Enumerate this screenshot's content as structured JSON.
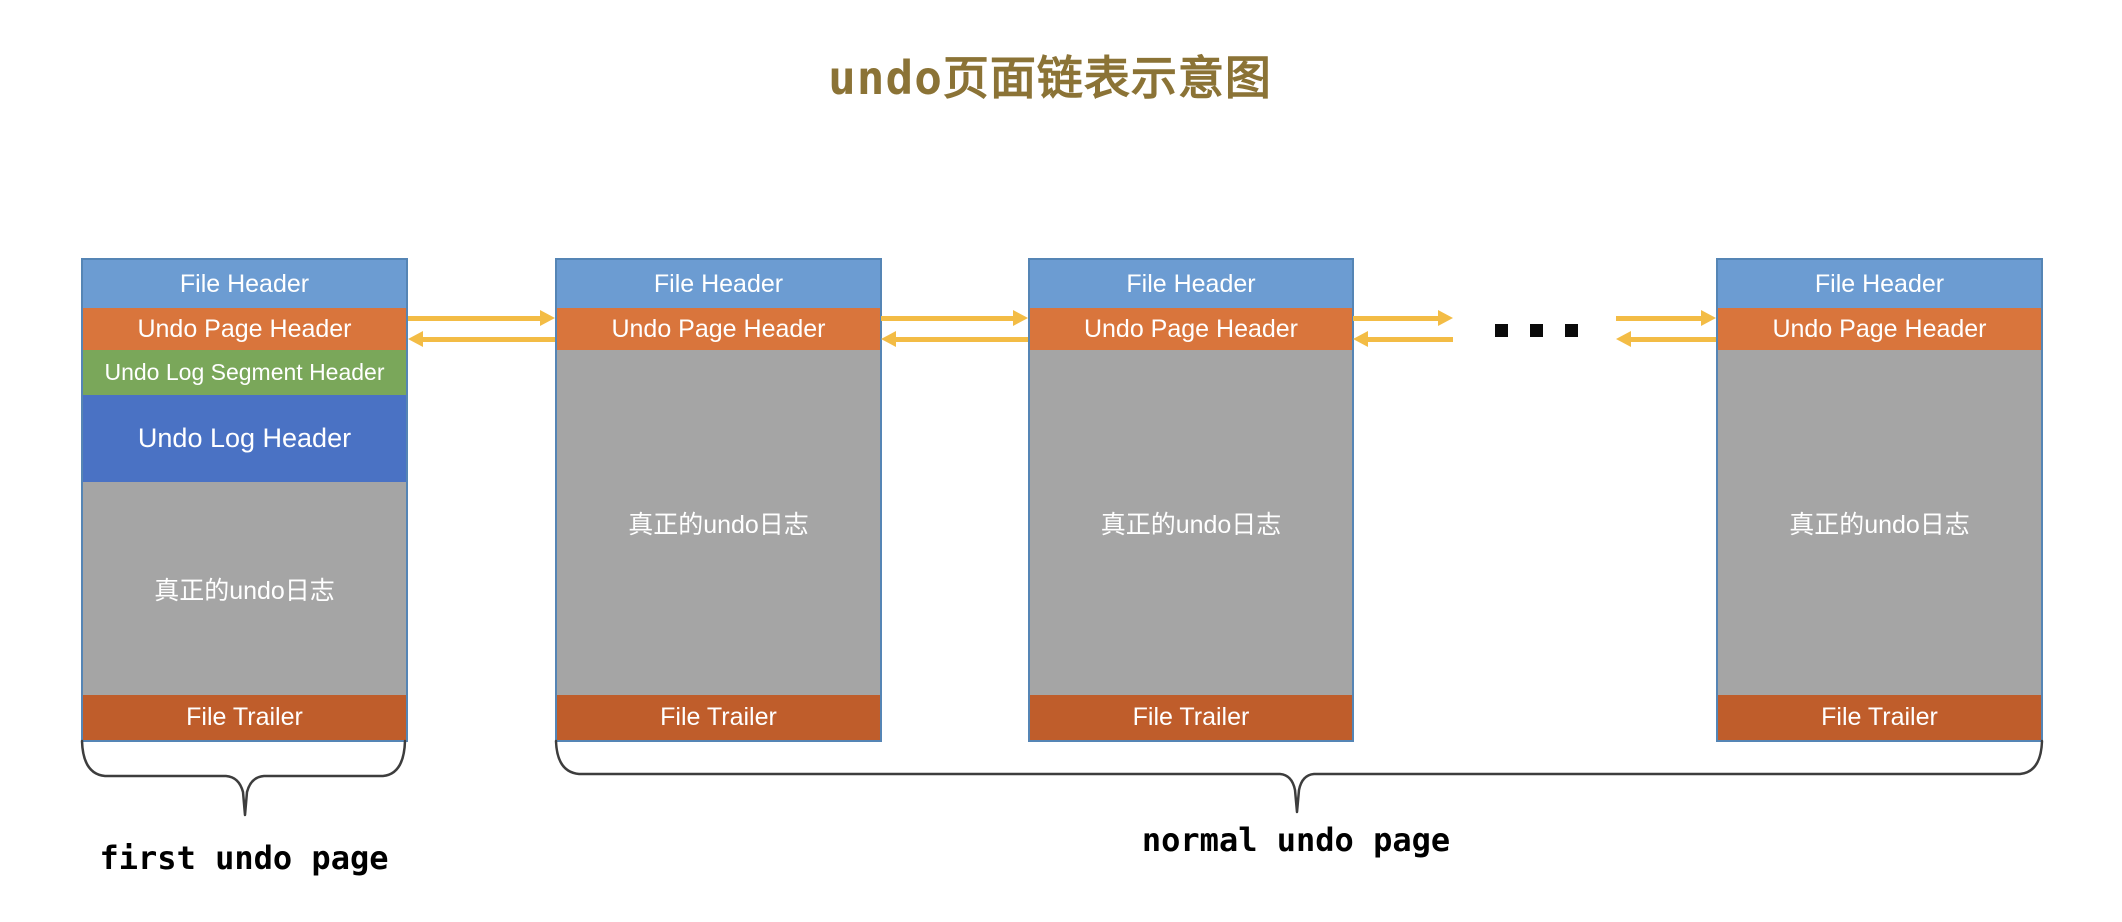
{
  "title": "undo页面链表示意图",
  "colors": {
    "title": "#8B7336",
    "file_header": "#6C9CD2",
    "undo_page_header": "#D9753C",
    "undo_log_segment_header": "#7AA75A",
    "undo_log_header": "#4A72C4",
    "undo_log_body": "#A5A5A5",
    "file_trailer": "#BF5D2B",
    "page_border": "#5585B5",
    "arrow": "#F3BC45",
    "brace": "#3D3D3D",
    "label": "#000000"
  },
  "pages": [
    {
      "role": "first undo page",
      "sections": [
        {
          "label": "File Header"
        },
        {
          "label": "Undo Page Header"
        },
        {
          "label": "Undo Log Segment Header"
        },
        {
          "label": "Undo Log Header"
        },
        {
          "label": "真正的undo日志"
        },
        {
          "label": "File Trailer"
        }
      ]
    },
    {
      "role": "normal undo page",
      "sections": [
        {
          "label": "File Header"
        },
        {
          "label": "Undo Page Header"
        },
        {
          "label": "真正的undo日志"
        },
        {
          "label": "File Trailer"
        }
      ]
    },
    {
      "role": "normal undo page",
      "sections": [
        {
          "label": "File Header"
        },
        {
          "label": "Undo Page Header"
        },
        {
          "label": "真正的undo日志"
        },
        {
          "label": "File Trailer"
        }
      ]
    },
    {
      "role": "normal undo page",
      "sections": [
        {
          "label": "File Header"
        },
        {
          "label": "Undo Page Header"
        },
        {
          "label": "真正的undo日志"
        },
        {
          "label": "File Trailer"
        }
      ]
    }
  ],
  "ellipsis": "...",
  "captions": {
    "first": "first undo page",
    "normal": "normal undo page"
  }
}
